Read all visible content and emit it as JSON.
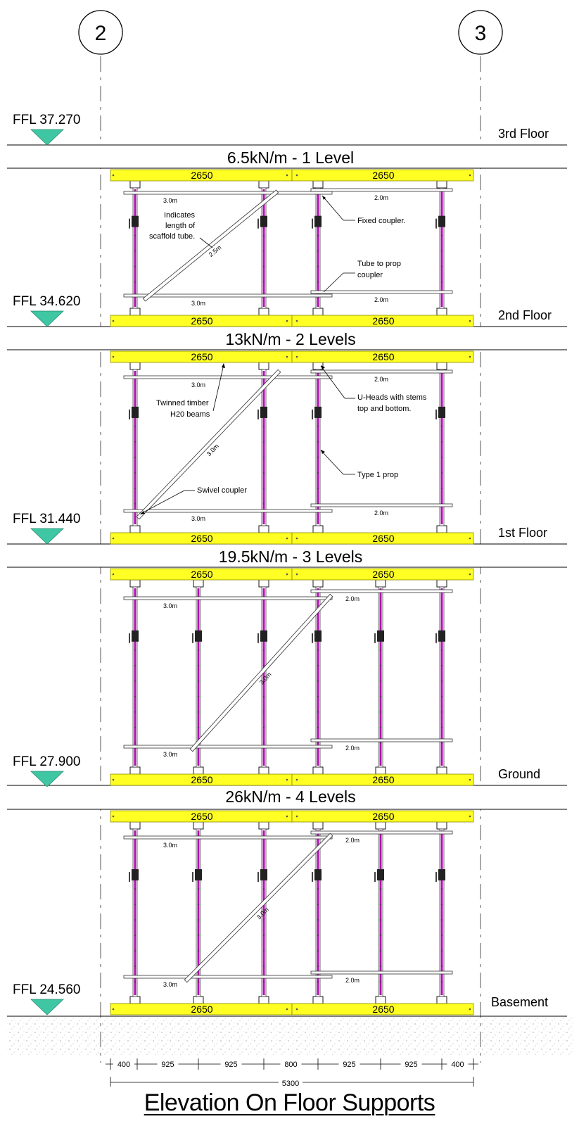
{
  "grid": {
    "left": "2",
    "right": "3"
  },
  "floors": [
    {
      "ffl": "FFL 37.270",
      "name": "3rd Floor"
    },
    {
      "ffl": "FFL 34.620",
      "name": "2nd Floor"
    },
    {
      "ffl": "FFL 31.440",
      "name": "1st Floor"
    },
    {
      "ffl": "FFL 27.900",
      "name": "Ground"
    },
    {
      "ffl": "FFL 24.560",
      "name": "Basement"
    }
  ],
  "bays": [
    {
      "load": "6.5kN/m - 1 Level"
    },
    {
      "load": "13kN/m - 2 Levels"
    },
    {
      "load": "19.5kN/m - 3 Levels"
    },
    {
      "load": "26kN/m - 4 Levels"
    }
  ],
  "beam_label": "2650",
  "tube_labels": {
    "left": "3.0m",
    "right": "2.0m"
  },
  "diagonal_labels": [
    "2.5m",
    "3.0m",
    "3.0m",
    "3.0m"
  ],
  "annotations": {
    "indicates": [
      "Indicates",
      "length of",
      "scaffold tube."
    ],
    "fixed_coupler": "Fixed coupler.",
    "tube_to_prop": [
      "Tube to prop",
      "coupler"
    ],
    "twinned": [
      "Twinned timber",
      "H20 beams"
    ],
    "uheads": [
      "U-Heads with stems",
      "top and bottom."
    ],
    "type1": "Type 1 prop",
    "swivel": "Swivel coupler"
  },
  "dimensions": {
    "segments": [
      "400",
      "925",
      "925",
      "800",
      "925",
      "925",
      "400"
    ],
    "total": "5300"
  },
  "title": "Elevation On Floor Supports",
  "colors": {
    "beam": "#ffff24",
    "prop": "#b010b0",
    "slab_fill": "#ffffff",
    "marker": "#3fc7a3"
  }
}
